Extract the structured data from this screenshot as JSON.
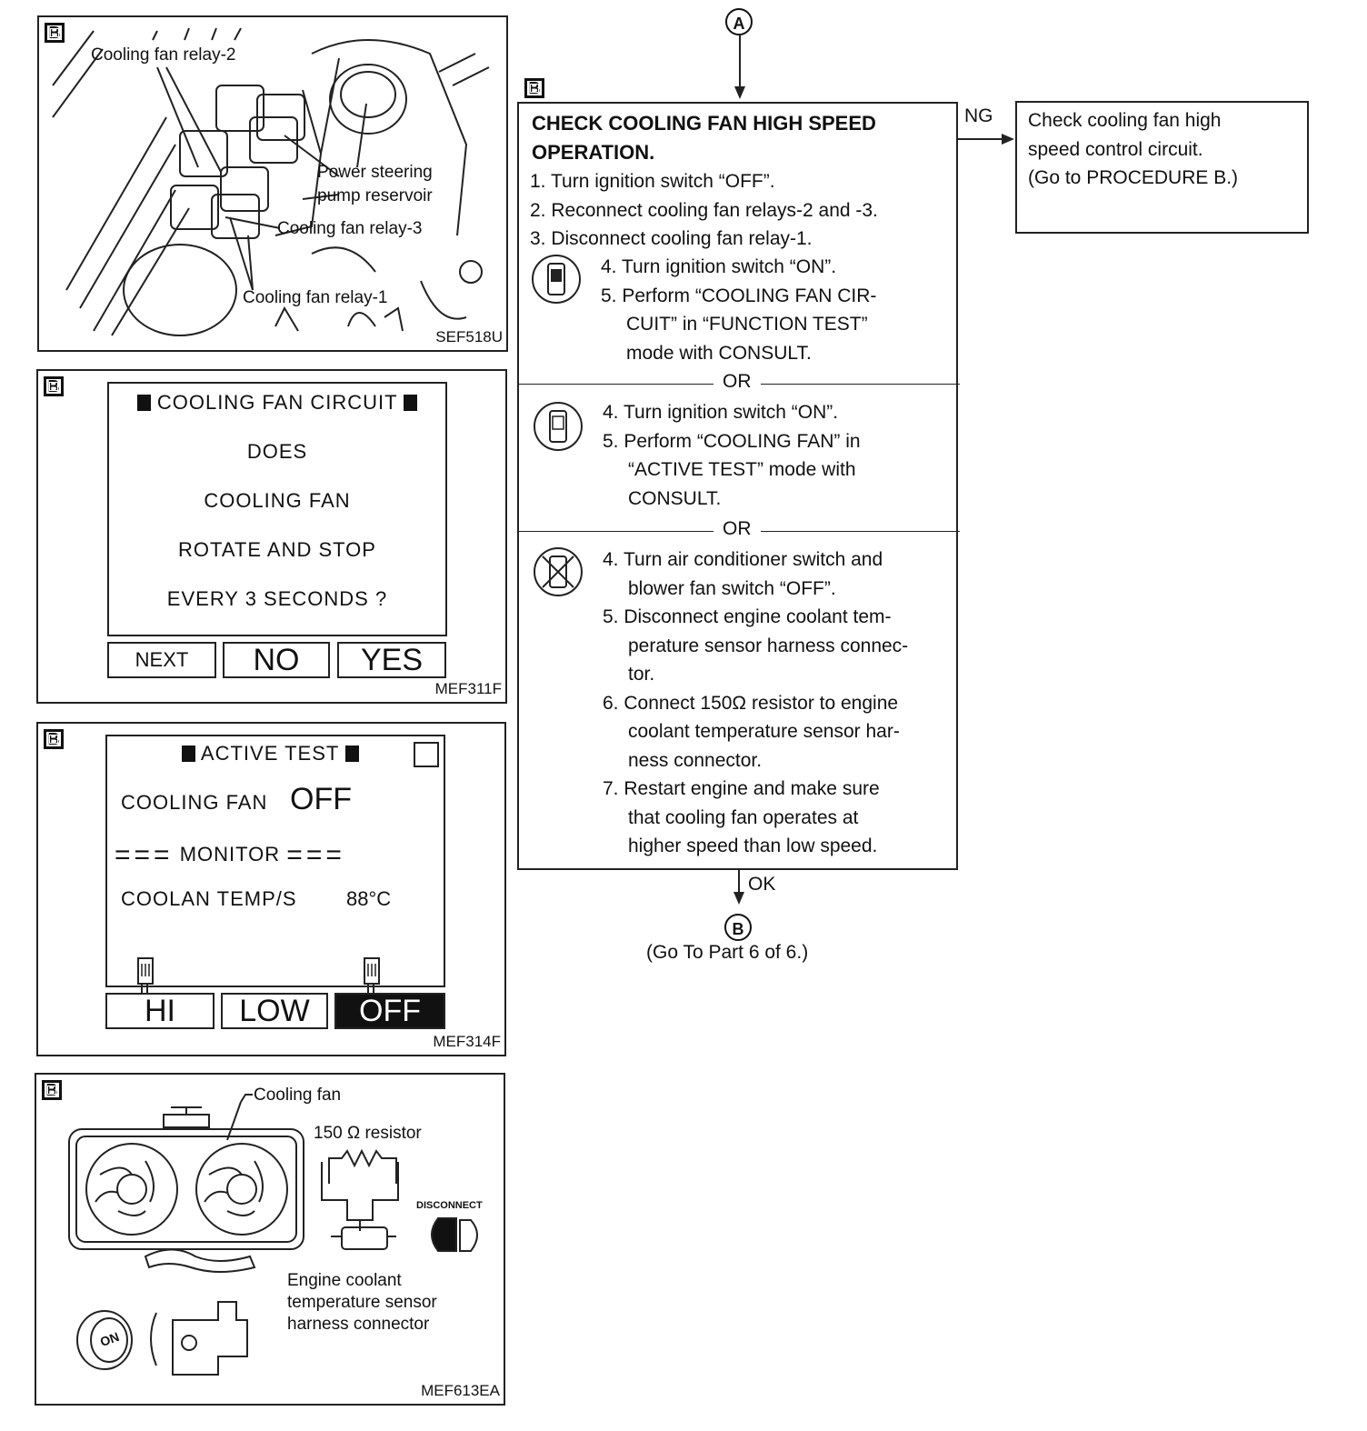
{
  "panel1": {
    "tag": "B",
    "relay2": "Cooling fan relay-2",
    "ps_line1": "Power steering",
    "ps_line2": "pump reservoir",
    "relay3": "Cooling fan relay-3",
    "relay1": "Cooling fan relay-1",
    "code": "SEF518U"
  },
  "panel2": {
    "tag": "B",
    "title": "COOLING FAN CIRCUIT",
    "lines": [
      "DOES",
      "COOLING FAN",
      "ROTATE AND STOP",
      "EVERY 3 SECONDS ?"
    ],
    "buttons": [
      "NEXT",
      "NO",
      "YES"
    ],
    "code": "MEF311F"
  },
  "panel3": {
    "tag": "B",
    "title": "ACTIVE TEST",
    "fan_label": "COOLING FAN",
    "fan_value": "OFF",
    "monitor": "MONITOR",
    "temp_label": "COOLAN TEMP/S",
    "temp_value": "88°C",
    "buttons": [
      "HI",
      "LOW",
      "OFF"
    ],
    "code": "MEF314F"
  },
  "panel4": {
    "tag": "B",
    "cooling_fan": "Cooling fan",
    "resistor": "150 Ω  resistor",
    "disconnect": "DISCONNECT",
    "sensor_line1": "Engine coolant",
    "sensor_line2": "temperature sensor",
    "sensor_line3": "harness connector",
    "key_label": "ON",
    "code": "MEF613EA"
  },
  "flow": {
    "connector_top": "A",
    "tag": "B",
    "title_line1": "CHECK COOLING FAN HIGH SPEED",
    "title_line2": "OPERATION.",
    "steps_common": [
      "1. Turn ignition switch “OFF”.",
      "2. Reconnect cooling fan relays-2 and -3.",
      "3. Disconnect cooling fan relay-1."
    ],
    "opt1": [
      "4. Turn ignition switch “ON”.",
      "5. Perform “COOLING FAN CIR-",
      "CUIT” in “FUNCTION TEST”",
      "mode with CONSULT."
    ],
    "or": "OR",
    "opt2": [
      "4. Turn ignition switch “ON”.",
      "5. Perform “COOLING FAN” in",
      "“ACTIVE TEST” mode with",
      "CONSULT."
    ],
    "opt3": [
      "4. Turn air conditioner switch and",
      "blower fan switch “OFF”.",
      "5. Disconnect engine coolant tem-",
      "perature sensor harness connec-",
      "tor.",
      "6. Connect 150Ω resistor to engine",
      "coolant temperature sensor har-",
      "ness connector.",
      "7. Restart engine and make sure",
      "that cooling fan operates at",
      "higher speed than low speed."
    ],
    "ng": "NG",
    "ok": "OK",
    "ng_box": [
      "Check cooling fan high",
      "speed control circuit.",
      "(Go to PROCEDURE B.)"
    ],
    "connector_bottom": "B",
    "goto": "(Go To Part 6 of 6.)"
  }
}
